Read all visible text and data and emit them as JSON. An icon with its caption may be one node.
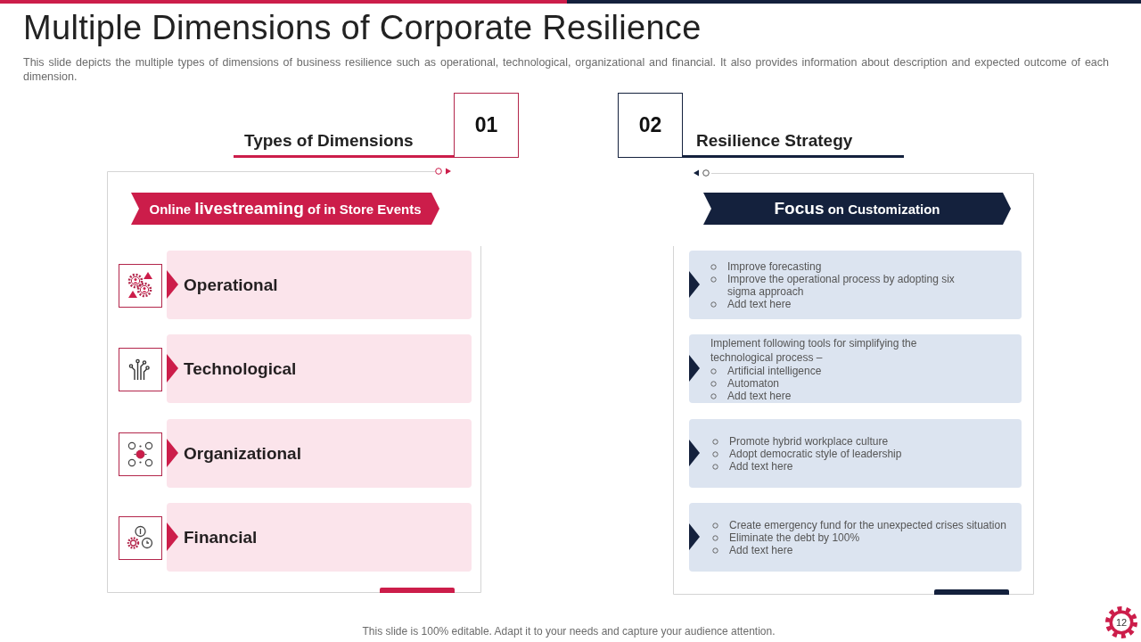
{
  "diagram": {
    "title": "Multiple Dimensions of Corporate Resilience",
    "nodes": [
      {
        "text": [
          "Types of Dimensions"
        ]
      },
      {
        "text": [
          "01"
        ]
      },
      {
        "text": [
          "Online **livestreaming** of in Store Events"
        ],
        "in": 0
      },
      {
        "text": [
          "Operational"
        ],
        "in": 0
      },
      {
        "text": [
          "Technological"
        ],
        "in": 0
      },
      {
        "text": [
          "Organizational"
        ],
        "in": 0
      },
      {
        "text": [
          "Financial"
        ],
        "in": 0
      },
      {
        "text": [
          "02"
        ]
      },
      {
        "text": [
          "Resilience Strategy"
        ]
      },
      {
        "text": [
          "**Focus** on Customization"
        ],
        "in": 8
      },
      {
        "text": [
          "Improve forecasting",
          "Improve the operational process by adopting six sigma approach",
          "Add text here"
        ],
        "in": 8
      },
      {
        "text": [
          "Implement following tools for simplifying the technological process –",
          "Artificial intelligence",
          "Automaton",
          "Add text here"
        ],
        "in": 8
      },
      {
        "text": [
          "Promote hybrid workplace culture",
          "Adopt democratic style of leadership",
          "Add text here"
        ],
        "in": 8
      },
      {
        "text": [
          "Create emergency fund for the unexpected crises situation",
          "Eliminate the debt by 100%",
          "Add text here"
        ],
        "in": 8
      },
      {
        "text": [
          "12"
        ]
      }
    ],
    "labels": [
      "This slide depicts the multiple types of dimensions of business resilience such as operational, technological, organizational and financial. It also provides information about description and expected outcome of each dimension.",
      "This slide is 100% editable. Adapt it to your needs and capture your audience attention."
    ]
  }
}
